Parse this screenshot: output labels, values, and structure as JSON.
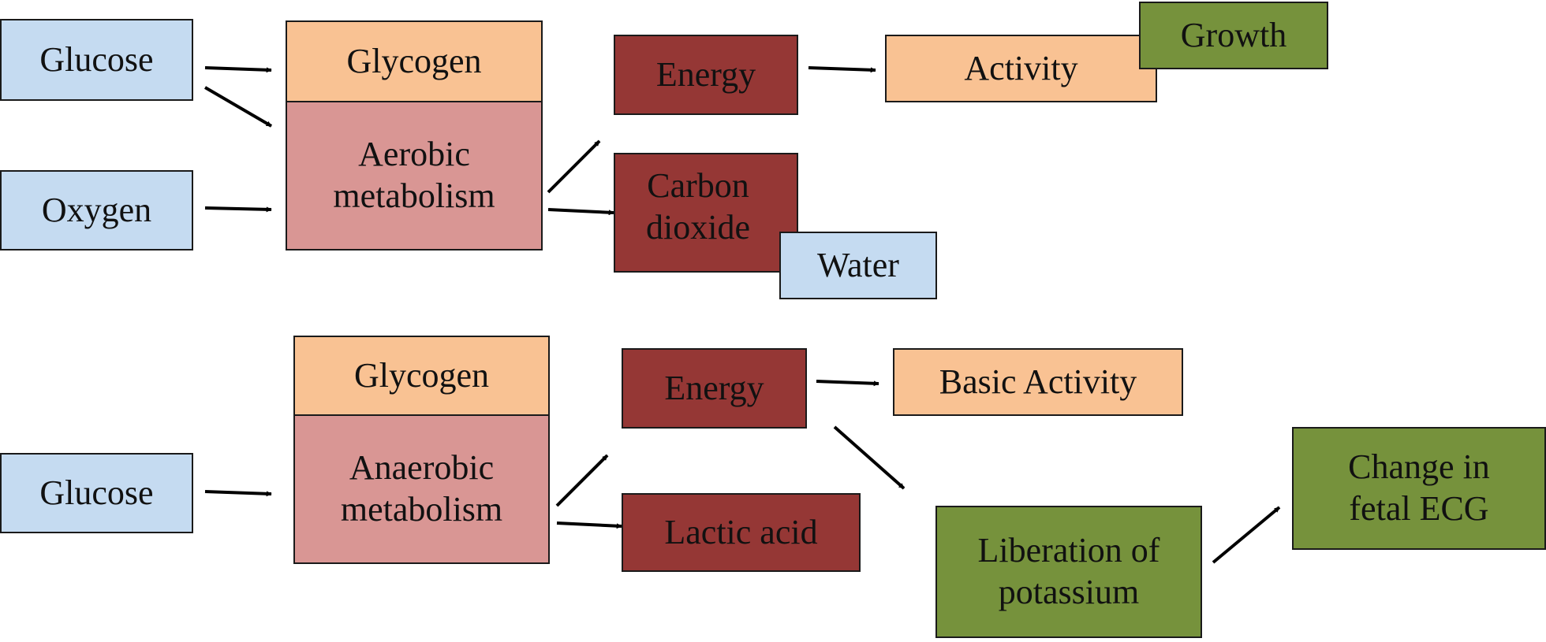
{
  "aerobic": {
    "glucose": "Glucose",
    "oxygen": "Oxygen",
    "glycogen": "Glycogen",
    "metabolism_line1": "Aerobic",
    "metabolism_line2": "metabolism",
    "energy": "Energy",
    "activity": "Activity",
    "growth": "Growth",
    "co2_line1": "Carbon",
    "co2_line2": "dioxide",
    "water": "Water"
  },
  "anaerobic": {
    "glucose": "Glucose",
    "glycogen": "Glycogen",
    "metabolism_line1": "Anaerobic",
    "metabolism_line2": "metabolism",
    "energy": "Energy",
    "basic_activity": "Basic Activity",
    "lactic_acid": "Lactic acid",
    "potassium_line1": "Liberation of",
    "potassium_line2": "potassium",
    "ecg_line1": "Change in",
    "ecg_line2": "fetal ECG"
  },
  "colors": {
    "input_blue": "#c5dbf1",
    "storage_peach": "#f9c293",
    "metabolism_pink": "#d99694",
    "product_maroon": "#953735",
    "outcome_green": "#76923c",
    "arrow_black": "#000000"
  }
}
